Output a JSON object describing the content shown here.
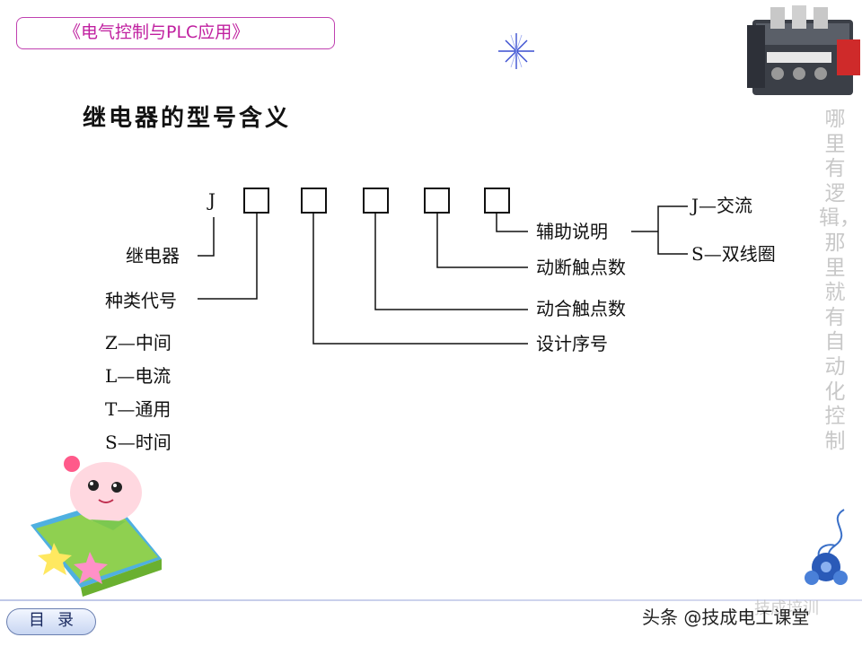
{
  "header": {
    "course_title": "《电气控制与PLC应用》"
  },
  "slide": {
    "title": "继电器的型号含义"
  },
  "diagram": {
    "prefix": "J",
    "relay_label": "继电器",
    "type_code_label": "种类代号",
    "type_options": [
      "Z—中间",
      "L—电流",
      "T—通用",
      "S—时间"
    ],
    "design_serial_label": "设计序号",
    "make_contacts_label": "动合触点数",
    "break_contacts_label": "动断触点数",
    "aux_label": "辅助说明",
    "aux_options": [
      "J—交流",
      "S—双线圈"
    ]
  },
  "sidebar": {
    "slogan": "哪里有逻辑，那里就有自动化控制"
  },
  "footer": {
    "menu_label": "目录",
    "watermark": "头条 @技成电工课堂",
    "watermark_overlay": "技成培训"
  },
  "colors": {
    "banner_border": "#c040b0",
    "banner_text": "#c020a0",
    "slogan": "#c8c8c8"
  },
  "icons": {
    "decor_sparkle": "sparkle-icon",
    "relay_photo": "thermal-relay-image",
    "mascot": "mascot-on-book-image",
    "ornament": "floral-ornament-image"
  }
}
